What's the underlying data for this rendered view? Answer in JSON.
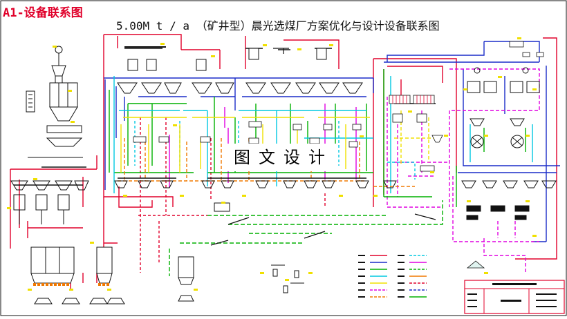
{
  "sheet": {
    "corner_title": "A1-设备联系图",
    "main_title": "5.00M t / a （矿井型）晨光选煤厂方案优化与设计设备联系图",
    "watermark": "图文设计"
  },
  "colors": {
    "background": "#ffffff",
    "red": "#e0002a",
    "blue": "#1a2cc8",
    "magenta": "#e000e0",
    "green": "#00b000",
    "cyan": "#00c8e0",
    "yellow": "#f0e000",
    "orange": "#f07800",
    "black": "#111111"
  }
}
